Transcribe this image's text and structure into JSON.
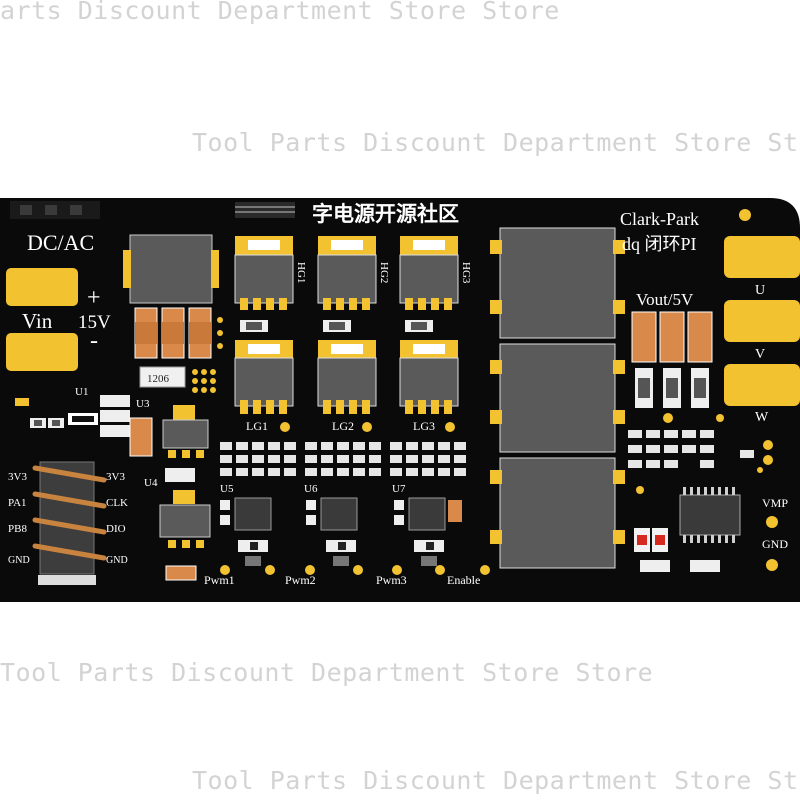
{
  "watermark": "Tool Parts Discount Department Store Store",
  "watermark_top_clipped": "arts Discount Department Store Store",
  "board": {
    "chinese_title": "字电源开源社区",
    "power_label": "DC/AC",
    "vin_label": "Vin",
    "plus_sign": "+",
    "voltage_label": "15V",
    "minus_sign": "-",
    "algo_line1": "Clark-Park",
    "algo_line2": "dq 闭环PI",
    "vout_label": "Vout/5V",
    "phase_labels": [
      "U",
      "V",
      "W"
    ],
    "vmp_label": "VMP",
    "gnd_right_label": "GND",
    "resistor_code": "1206",
    "high_gate_labels": [
      "HG1",
      "HG2",
      "HG3"
    ],
    "low_gate_labels": [
      "LG1",
      "LG2",
      "LG3"
    ],
    "u_designators": [
      "U1",
      "U3",
      "U4",
      "U5",
      "U6",
      "U7"
    ],
    "header_left_labels": [
      "3V3",
      "PA1",
      "PB8",
      "GND"
    ],
    "header_right_labels": [
      "3V3",
      "CLK",
      "DIO",
      "GND"
    ],
    "bottom_labels": [
      "Pwm1",
      "Pwm2",
      "Pwm3",
      "Enable"
    ]
  },
  "colors": {
    "pcb": "#0a0a0a",
    "pad_gold": "#f2c230",
    "silk": "#ffffff",
    "component_grey": "#5a5a5a",
    "capacitor_orange": "#d98a4a",
    "header_pin": "#c8833e"
  }
}
